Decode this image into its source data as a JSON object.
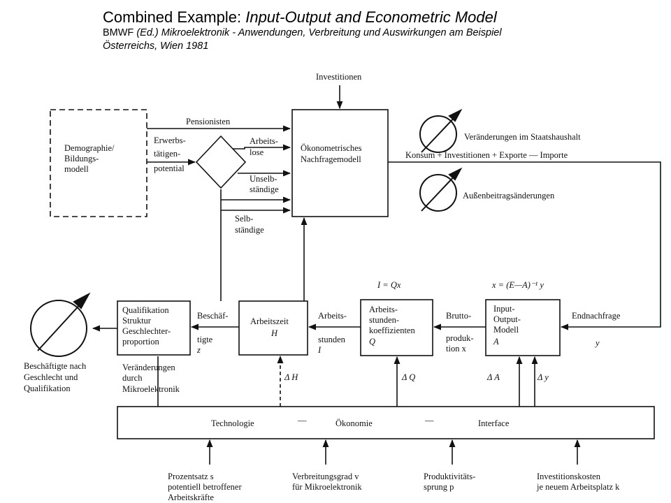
{
  "header": {
    "title_plain": "Combined Example: ",
    "title_italic": "Input-Output and Econometric Model",
    "citation_plain": "BMWF ",
    "citation_italic": "(Ed.) Mikroelektronik - Anwendungen, Verbreitung und Auswirkungen am Beispiel",
    "citation_line2": "Österreichs, Wien 1981"
  },
  "diagram": {
    "investitionen": "Investitionen",
    "demographie": [
      "Demographie/",
      "Bildungs-",
      "modell"
    ],
    "pensionisten": "Pensionisten",
    "erwerbspotential": [
      "Erwerbs-",
      "tätigen-",
      "potential"
    ],
    "arbeitslose": [
      "Arbeits-",
      "lose"
    ],
    "unselbstaendige": [
      "Unselb-",
      "ständige"
    ],
    "selbstaendige": [
      "Selb-",
      "ständige"
    ],
    "oekonometrisch": [
      "Ökonometrisches",
      "Nachfragemodell"
    ],
    "staatshaushalt": "Veränderungen im Staatshaushalt",
    "konsum_equation": "Konsum + Investitionen + Exporte — Importe",
    "aussenbeitrag": "Außenbeitragsänderungen",
    "equation_iqx": "I = Qx",
    "equation_leontief": "x = (E—A)⁻¹ y",
    "qualifikation": [
      "Qualifikation",
      "Struktur",
      "Geschlechter-",
      "proportion"
    ],
    "beschaeftigte_z": [
      "Beschäf-",
      "tigte",
      "z"
    ],
    "arbeitszeit": [
      "Arbeitszeit",
      "H"
    ],
    "arbeitsstunden_i": [
      "Arbeits-",
      "stunden",
      "I"
    ],
    "koeffizienten": [
      "Arbeits-",
      "stunden-",
      "koeffizienten",
      "Q"
    ],
    "bruttoproduktion": [
      "Brutto-",
      "produk-",
      "tion x"
    ],
    "io_model": [
      "Input-",
      "Output-",
      "Modell",
      "A"
    ],
    "endnachfrage": [
      "Endnachfrage",
      "y"
    ],
    "beschaeftigte_output": [
      "Beschäftigte nach",
      "Geschlecht und",
      "Qualifikation"
    ],
    "mikro_veraenderungen": [
      "Veränderungen",
      "durch",
      "Mikroelektronik"
    ],
    "delta_h": "Δ H",
    "delta_q": "Δ Q",
    "delta_a": "Δ A",
    "delta_y": "Δ y",
    "bottom_bar": [
      "Technologie",
      "—",
      "Ökonomie",
      "—",
      "Interface"
    ],
    "inputs": {
      "prozentsatz": [
        "Prozentsatz s",
        "potentiell betroffener",
        "Arbeitskräfte"
      ],
      "verbreitung": [
        "Verbreitungsgrad v",
        "für Mikroelektronik"
      ],
      "produktivitaet": [
        "Produktivitäts-",
        "sprung p"
      ],
      "investitionskosten": [
        "Investitionskosten",
        "je neuem Arbeitsplatz k"
      ]
    }
  }
}
